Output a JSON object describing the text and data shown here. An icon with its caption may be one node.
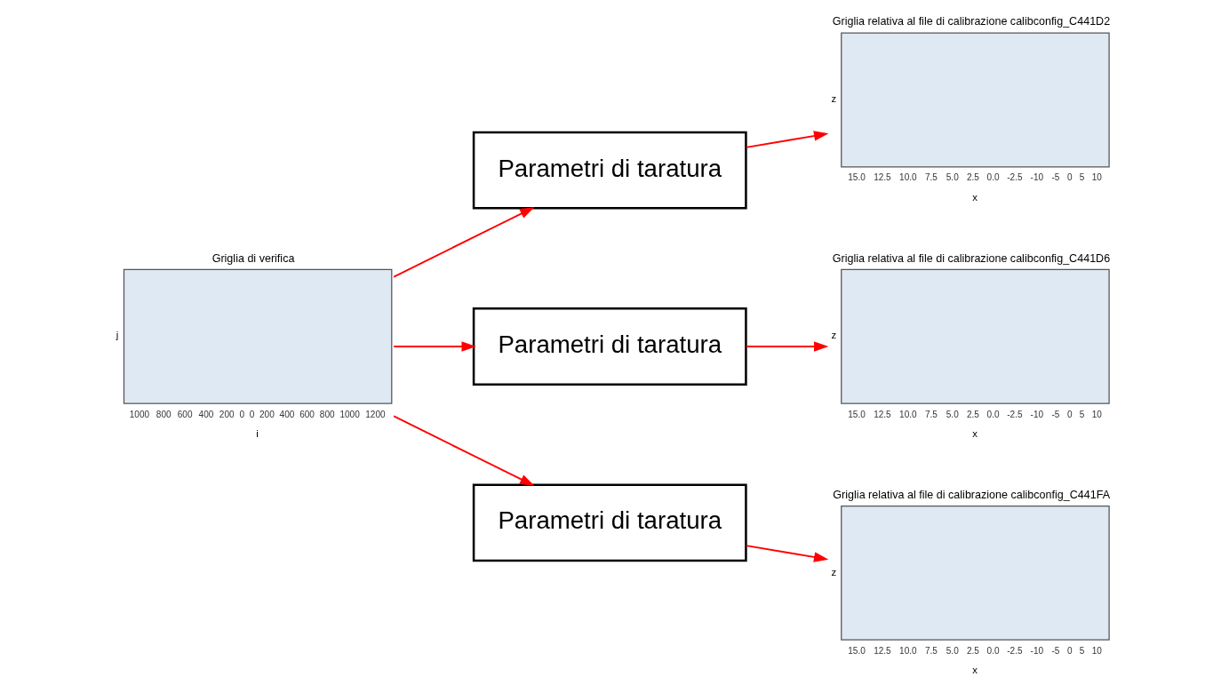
{
  "diagram": {
    "nodes": [
      {
        "text": [
          "Griglia di verifica",
          "j",
          "i",
          "1000",
          "800",
          "600",
          "400",
          "200",
          "0",
          "0",
          "200",
          "400",
          "600",
          "800",
          "1000",
          "1200"
        ]
      },
      {
        "text": [
          "Parametri di taratura"
        ]
      },
      {
        "text": [
          "Parametri di taratura"
        ]
      },
      {
        "text": [
          "Parametri di taratura"
        ]
      },
      {
        "text": [
          "Griglia relativa al file di calibrazione calibconfig_C441D2",
          "z",
          "x",
          "15.0",
          "12.5",
          "10.0",
          "7.5",
          "5.0",
          "2.5",
          "0.0",
          "-2.5",
          "-10",
          "-5",
          "0",
          "5",
          "10"
        ]
      },
      {
        "text": [
          "Griglia relativa al file di calibrazione calibconfig_C441D6",
          "z",
          "x",
          "15.0",
          "12.5",
          "10.0",
          "7.5",
          "5.0",
          "2.5",
          "0.0",
          "-2.5",
          "-10",
          "-5",
          "0",
          "5",
          "10"
        ]
      },
      {
        "text": [
          "Griglia relativa al file di calibrazione calibconfig_C441FA",
          "z",
          "x",
          "15.0",
          "12.5",
          "10.0",
          "7.5",
          "5.0",
          "2.5",
          "0.0",
          "-2.5",
          "-10",
          "-5",
          "0",
          "5",
          "10"
        ]
      }
    ],
    "edges": [
      {
        "from": 0,
        "to": 1,
        "arrow": "to"
      },
      {
        "from": 0,
        "to": 2,
        "arrow": "to"
      },
      {
        "from": 0,
        "to": 3,
        "arrow": "to"
      },
      {
        "from": 1,
        "to": 4,
        "arrow": "to"
      },
      {
        "from": 2,
        "to": 5,
        "arrow": "to"
      },
      {
        "from": 3,
        "to": 6,
        "arrow": "to"
      }
    ]
  }
}
